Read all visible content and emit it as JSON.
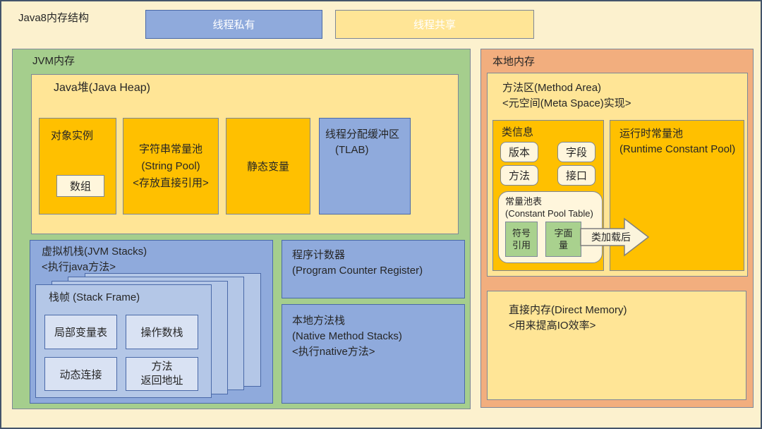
{
  "title": "Java8内存结构",
  "legend": {
    "private": "线程私有",
    "shared": "线程共享"
  },
  "jvm": {
    "label": "JVM内存",
    "heap": {
      "title": "Java堆(Java Heap)",
      "object_instance": {
        "label": "对象实例",
        "array": "数组"
      },
      "string_pool": {
        "line1": "字符串常量池",
        "line2": "(String Pool)",
        "line3": "<存放直接引用>"
      },
      "static_vars": "静态变量",
      "tlab": {
        "line1": "线程分配缓冲区",
        "line2": "(TLAB)"
      }
    },
    "jvm_stacks": {
      "line1": "虚拟机栈(JVM Stacks)",
      "line2": "<执行java方法>",
      "stack_frame": {
        "title": "栈帧  (Stack Frame)",
        "local_vars": "局部变量表",
        "operand_stack": "操作数栈",
        "dynamic_link": "动态连接",
        "return_addr_line1": "方法",
        "return_addr_line2": "返回地址"
      }
    },
    "pc_register": {
      "line1": "程序计数器",
      "line2": "(Program Counter Register)"
    },
    "native_stacks": {
      "line1": "本地方法栈",
      "line2": "(Native Method Stacks)",
      "line3": "<执行native方法>"
    }
  },
  "native_memory": {
    "label": "本地内存",
    "method_area": {
      "line1": "方法区(Method Area)",
      "line2": "<元空间(Meta Space)实现>",
      "class_info": {
        "label": "类信息",
        "chips": [
          "版本",
          "字段",
          "方法",
          "接口"
        ],
        "constant_pool_table": {
          "line1": "常量池表",
          "line2": "(Constant Pool Table)",
          "symbol_ref": {
            "line1": "符号",
            "line2": "引用"
          },
          "literal": {
            "line1": "字面",
            "line2": "量"
          }
        }
      },
      "runtime_pool": {
        "line1": "运行时常量池",
        "line2": "(Runtime Constant Pool)"
      },
      "arrow_label": "类加载后"
    },
    "direct_memory": {
      "line1": "直接内存(Direct Memory)",
      "line2": "<用来提高IO效率>"
    }
  },
  "colors": {
    "page-bg": "#FCF1CE",
    "outer": "#44546A",
    "gold": "#FFC000",
    "lgold": "#FFE596",
    "cream": "#FFF6DC",
    "blue": "#8FAADC",
    "cardblue": "#B4C7E7",
    "cellblue": "#D9E2F3",
    "green": "#A5CE8D",
    "smallgreen": "#A9D18E",
    "salmon": "#F2AE7E",
    "ink": "#262626"
  }
}
